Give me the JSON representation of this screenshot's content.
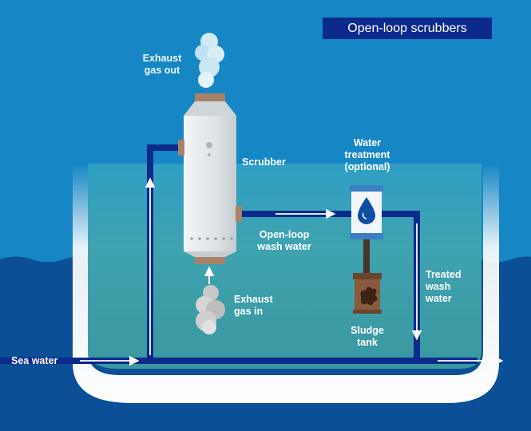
{
  "title": "Open-loop scrubbers",
  "labels": {
    "exhaust_out": "Exhaust\ngas out",
    "scrubber": "Scrubber",
    "water_treatment": "Water\ntreatment\n(optional)",
    "wash_water": "Open-loop\nwash water",
    "treated_wash_water": "Treated\nwash\nwater",
    "exhaust_in": "Exhaust\ngas in",
    "sludge_tank": "Sludge\ntank",
    "sea_water": "Sea water"
  },
  "colors": {
    "sky": "#1686c4",
    "sea": "#0b4f96",
    "pipe": "#0c2a8c",
    "hull": "#ffffff",
    "water_inside": "#3d9da8",
    "scrubber_body": "#dfe3e6",
    "flange": "#a8826b",
    "sludge": "#8a5a3c"
  }
}
